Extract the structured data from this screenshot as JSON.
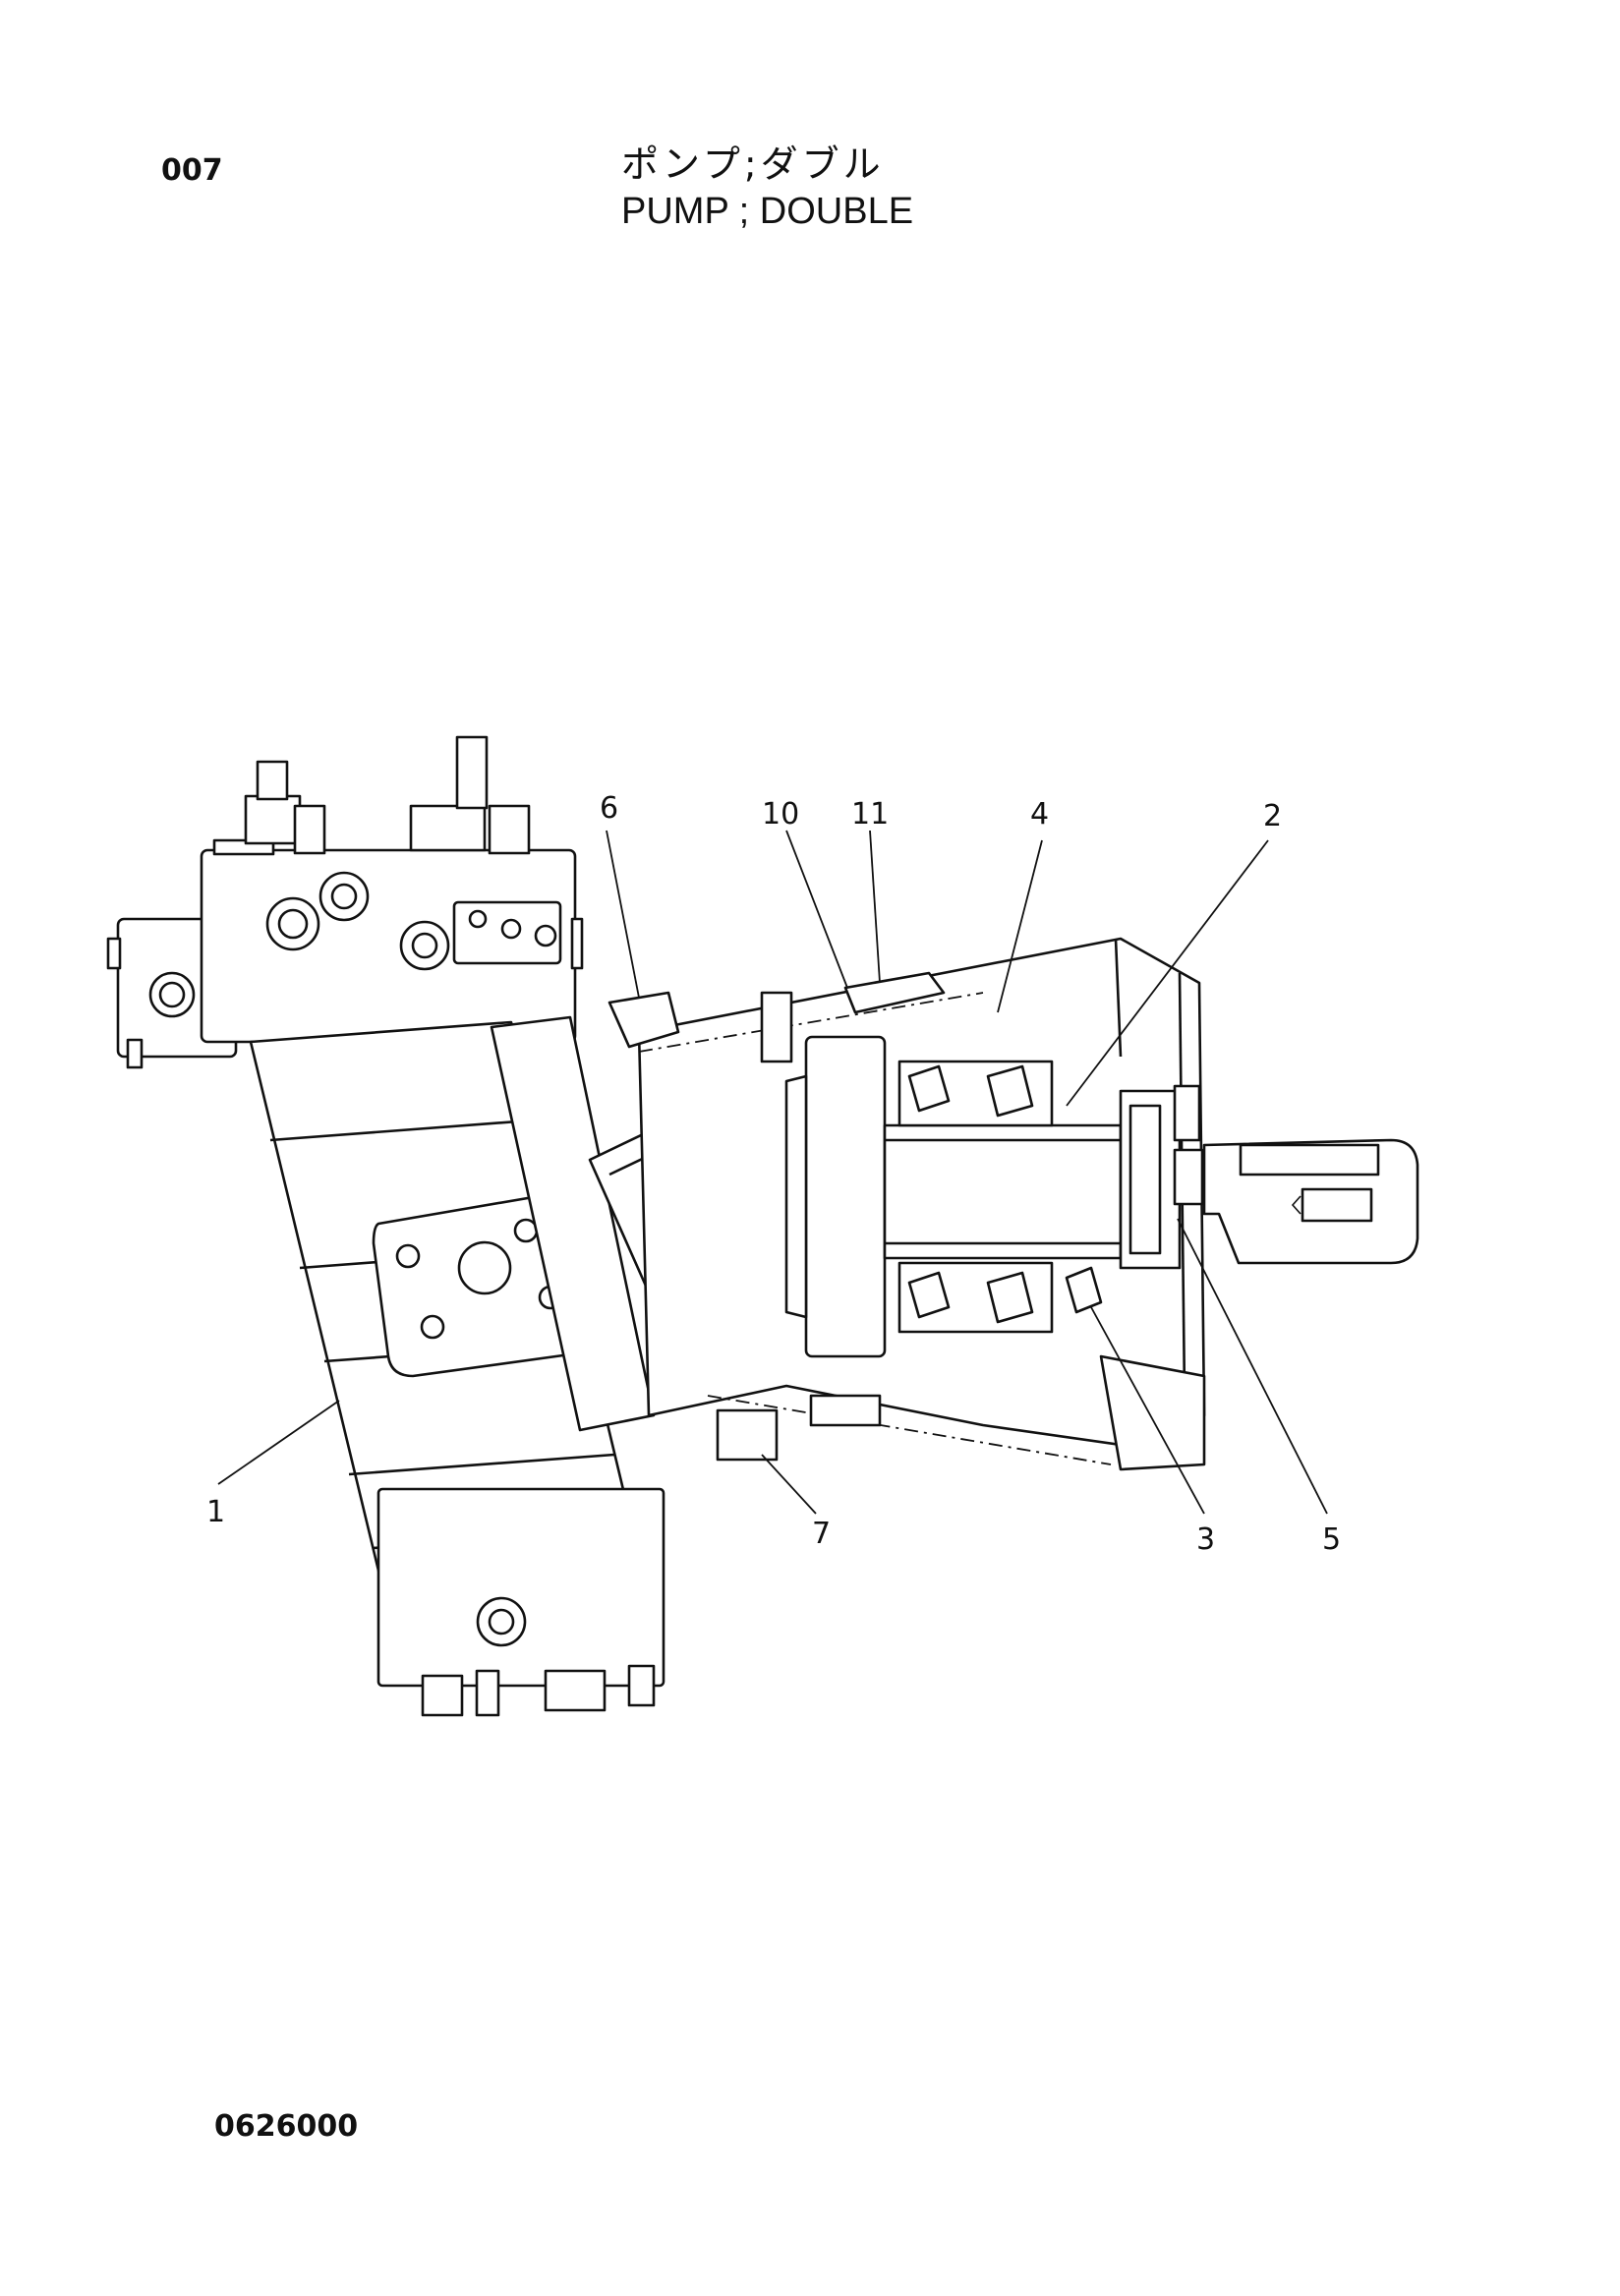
{
  "header": {
    "page_number": "007",
    "title_jp": "ポンプ;ダブル",
    "title_en": "PUMP ; DOUBLE"
  },
  "diagram": {
    "callouts": [
      {
        "label": "1"
      },
      {
        "label": "2"
      },
      {
        "label": "3"
      },
      {
        "label": "4"
      },
      {
        "label": "5"
      },
      {
        "label": "6"
      },
      {
        "label": "7"
      },
      {
        "label": "10"
      },
      {
        "label": "11"
      }
    ]
  },
  "footer": {
    "drawing_number": "0626000"
  }
}
